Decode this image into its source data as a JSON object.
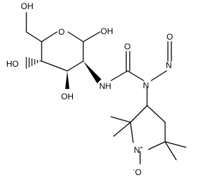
{
  "labels": {
    "oh_top": "OH",
    "ring_o": "O",
    "oh_anomeric": "OH",
    "oh_c4": "HO",
    "oh_c3": "OH",
    "nh": "NH",
    "urea_o": "O",
    "nitroso_o": "O",
    "nitroso_n": "N",
    "urea_n": "N",
    "pyrrolidine_n": "N",
    "n_charge": "+",
    "oxide_o": "O",
    "oxide_charge": "-"
  }
}
